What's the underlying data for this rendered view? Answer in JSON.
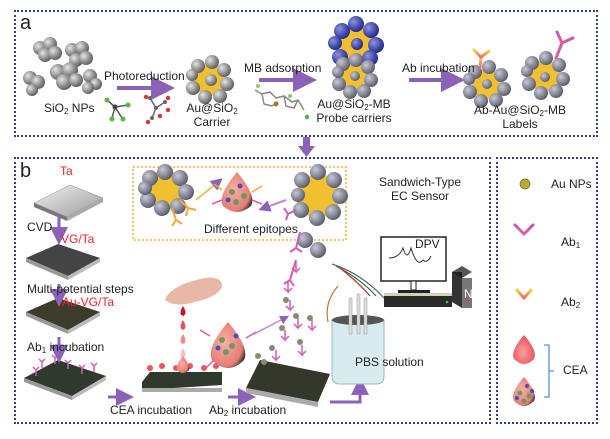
{
  "panel_a": {
    "letter": "a",
    "steps": [
      {
        "label": "Photoreduction"
      },
      {
        "label": "MB adsorption"
      },
      {
        "label": "Ab incubation"
      }
    ],
    "products": {
      "sio2": {
        "pre": "SiO",
        "sub": "2",
        "post": " NPs"
      },
      "carrier": {
        "line1_pre": "Au@SiO",
        "line1_sub": "2",
        "line2": "Carrier"
      },
      "probe": {
        "line1_pre": "Au@SiO",
        "line1_sub": "2",
        "line1_post": "-MB",
        "line2": "Probe carriers"
      },
      "labels": {
        "line1_pre": "Ab-Au@SiO",
        "line1_sub": "2",
        "line1_post": "-MB",
        "line2": "Labels"
      }
    }
  },
  "panel_b": {
    "letter": "b",
    "substrate_labels": {
      "ta": "Ta",
      "vg_ta": "VG/Ta",
      "au_vg_ta": "Au-VG/Ta"
    },
    "steps": {
      "cvd": "CVD",
      "multi_potential": "Multi-potential steps",
      "ab1_incubation": {
        "pre": "Ab",
        "sub": "1",
        "post": " incubation"
      },
      "cea_incubation": "CEA incubation",
      "ab2_incubation": {
        "pre": "Ab",
        "sub": "2",
        "post": " incubation"
      }
    },
    "epitopes_label": "Different epitopes",
    "sensor_title": {
      "line1": "Sandwich-Type",
      "line2": "EC Sensor"
    },
    "monitor_label": "DPV",
    "gas_label": {
      "pre": "N",
      "sub": "2"
    },
    "beaker_label": "PBS solution"
  },
  "legend": {
    "items": [
      {
        "icon": "au-nanoparticle-icon",
        "label": "Au NPs"
      },
      {
        "icon": "antibody1-icon",
        "label_pre": "Ab",
        "label_sub": "1"
      },
      {
        "icon": "antibody2-icon",
        "label_pre": "Ab",
        "label_sub": "2"
      },
      {
        "icon": "cea-drop-icon",
        "label": "CEA"
      }
    ]
  },
  "colors": {
    "border": "#2e3f8f",
    "arrow": "#8a62b8",
    "gold": "#f0c030",
    "silica": "#8c8c8c",
    "mb_blue": "#3a43a8",
    "ab1": "#d45bb5",
    "ab2": "#f0a83a",
    "cea": "#f06a6a",
    "highlight_red": "#e8242b",
    "epitope_box": "#f3b234",
    "bracket": "#5a8fd6"
  }
}
